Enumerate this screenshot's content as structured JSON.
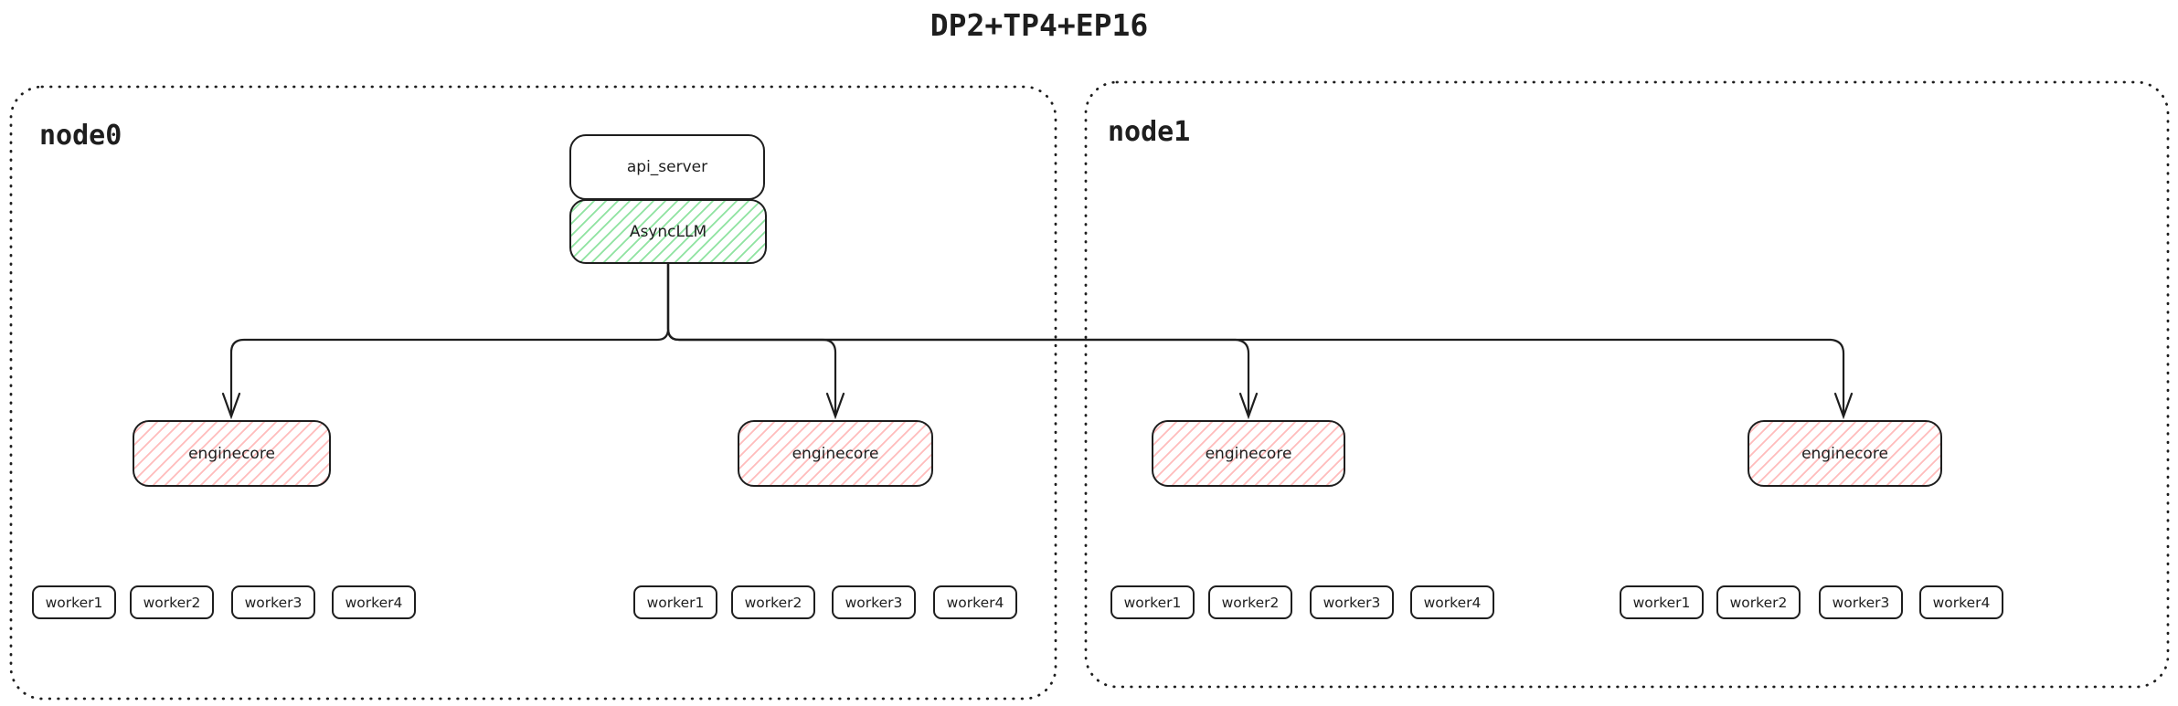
{
  "title": "DP2+TP4+EP16",
  "node0": {
    "label": "node0"
  },
  "node1": {
    "label": "node1"
  },
  "api_server": {
    "label": "api_server"
  },
  "async_llm": {
    "label": "AsyncLLM"
  },
  "enginecores": [
    "enginecore",
    "enginecore",
    "enginecore",
    "enginecore"
  ],
  "worker_groups": [
    [
      "worker1",
      "worker2",
      "worker3",
      "worker4"
    ],
    [
      "worker1",
      "worker2",
      "worker3",
      "worker4"
    ],
    [
      "worker1",
      "worker2",
      "worker3",
      "worker4"
    ],
    [
      "worker1",
      "worker2",
      "worker3",
      "worker4"
    ]
  ],
  "colors": {
    "stroke": "#1e1e1e",
    "async_llm_hatch": "#8fe3a1",
    "enginecore_hatch": "#ffbcbc",
    "background": "#ffffff"
  }
}
